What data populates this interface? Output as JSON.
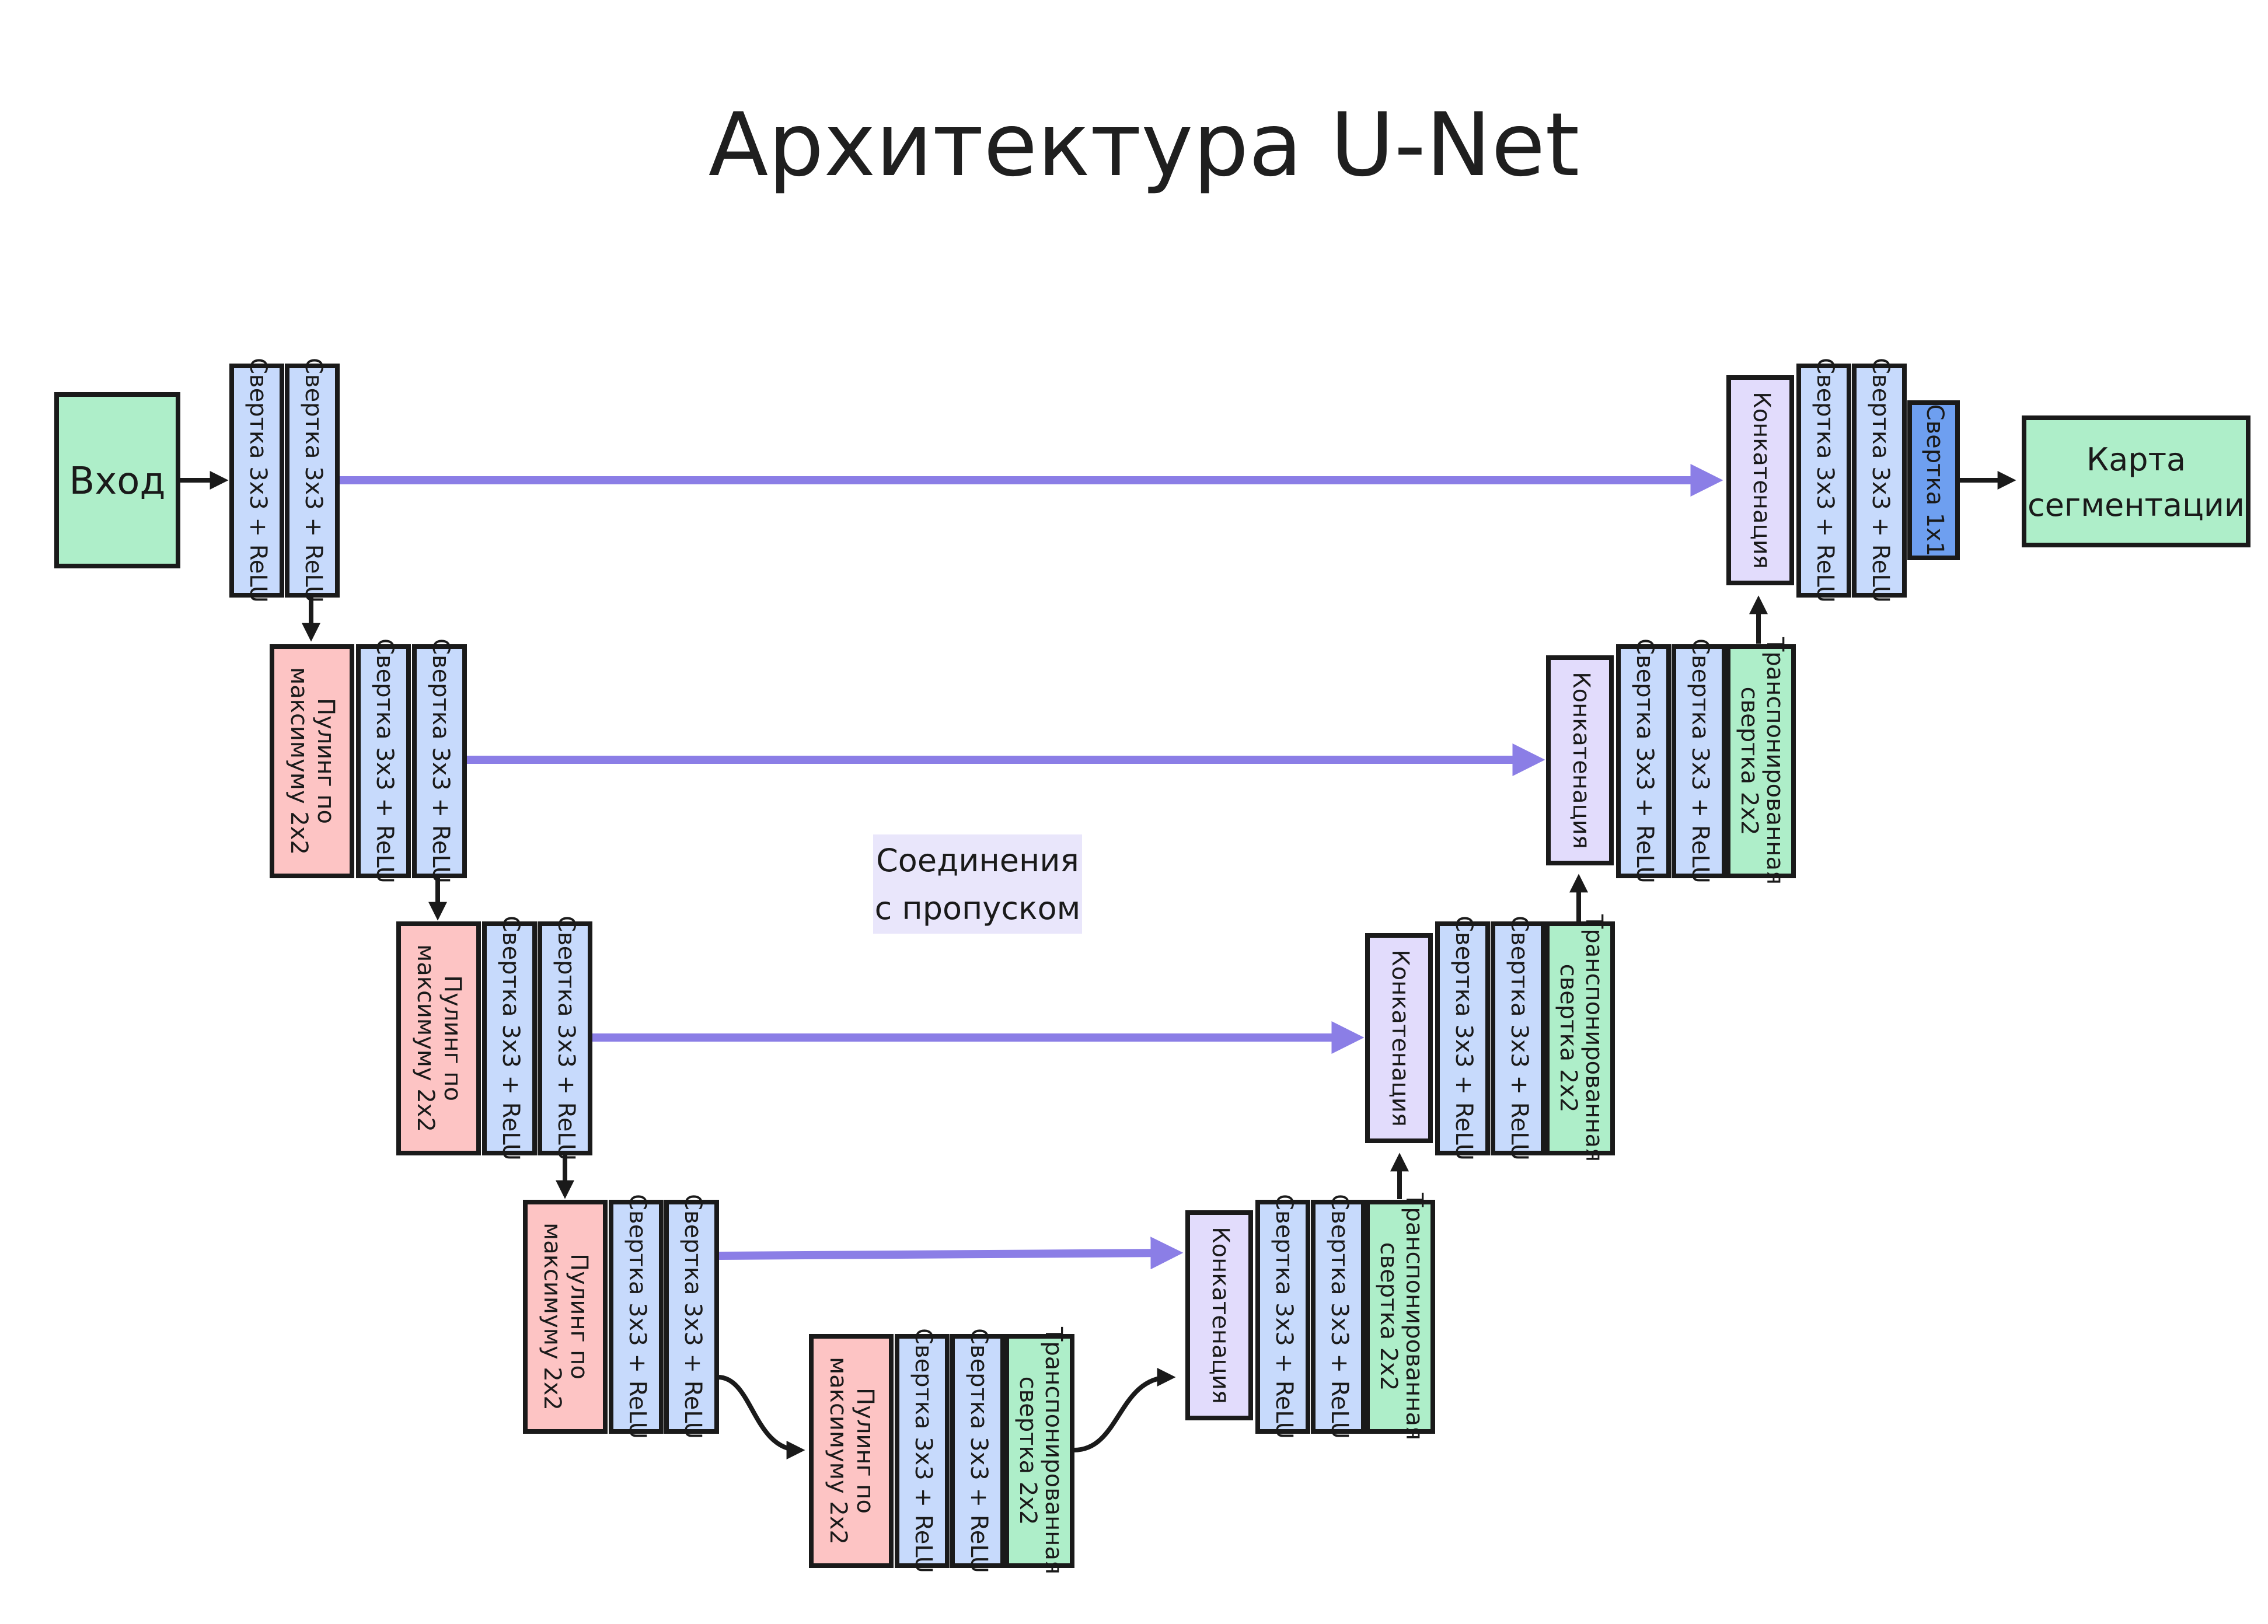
{
  "title": "Архитектура U-Net",
  "colors": {
    "input_green": "#aeeec9",
    "conv_blue": "#c7dafc",
    "pool_red": "#fdc4c4",
    "upconv_green": "#aeeec9",
    "concat_lavender": "#e2dcfc",
    "conv1x1_blue": "#6e9ff0",
    "skip_purple": "#8b7ee6",
    "label_bg": "#e9e6fb"
  },
  "labels": {
    "input": "Вход",
    "output_line1": "Карта",
    "output_line2": "сегментации",
    "conv3x3": "Свертка 3x3 + ReLU",
    "pool_line1": "Пулинг по",
    "pool_line2": "максимуму 2x2",
    "upconv_line1": "Транспонированная",
    "upconv_line2": "свертка 2x2",
    "concat": "Конкатенация",
    "conv1x1": "Свертка 1x1",
    "skip_line1": "Соединения",
    "skip_line2": "с пропуском"
  }
}
